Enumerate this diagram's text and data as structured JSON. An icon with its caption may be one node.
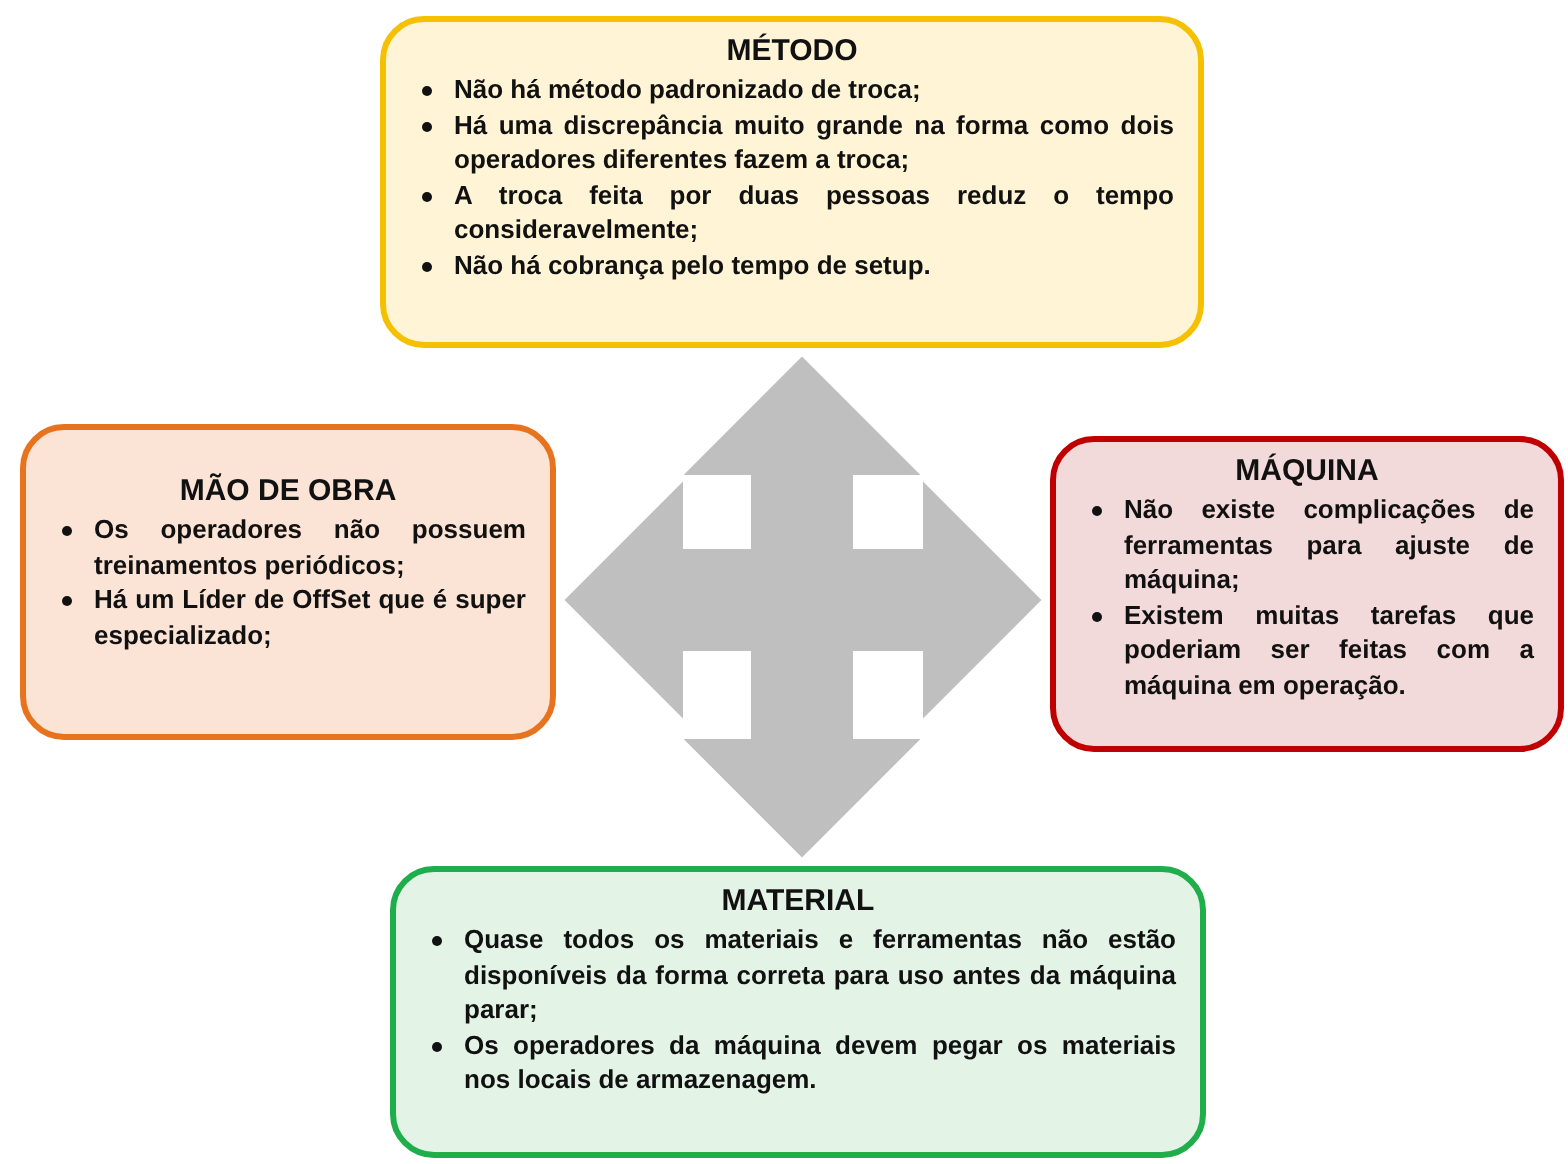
{
  "diagram": {
    "nodes": [
      {
        "text": [
          "MÉTODO",
          "Não há método padronizado de troca;",
          "Há uma discrepância muito grande na forma como dois operadores diferentes fazem a troca;",
          "A troca feita por duas pessoas reduz o tempo consideravelmente;",
          "Não há cobrança pelo tempo de setup."
        ]
      },
      {
        "text": [
          "MÃO DE OBRA",
          "Os operadores não possuem treinamentos periódicos;",
          "Há um Líder de OffSet que é super especializado;"
        ]
      },
      {
        "text": [
          "MÁQUINA",
          "Não existe complicações de ferramentas para ajuste de máquina;",
          "Existem muitas tarefas que poderiam ser feitas com a máquina em operação."
        ]
      },
      {
        "text": [
          "MATERIAL",
          "Quase todos os materiais e ferramentas não estão disponíveis da forma correta para uso antes da máquina parar;",
          "Os operadores da máquina devem pegar os materiais nos locais de armazenagem."
        ]
      }
    ],
    "edges": [
      {
        "from": 1,
        "to": 2,
        "arrow": "both"
      },
      {
        "from": 0,
        "to": 3,
        "arrow": "both"
      }
    ]
  }
}
